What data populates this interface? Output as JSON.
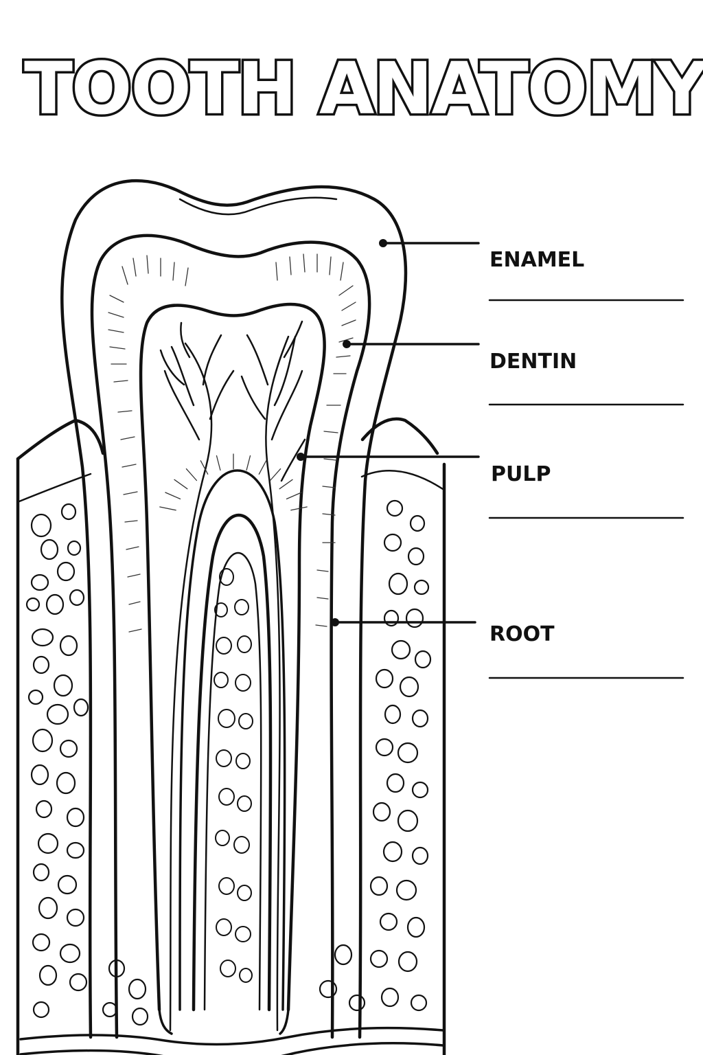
{
  "title": "TOOTH ANATOMY",
  "labels": [
    {
      "id": "enamel",
      "text": "ENAMEL"
    },
    {
      "id": "dentin",
      "text": "DENTIN"
    },
    {
      "id": "pulp",
      "text": "PULP"
    },
    {
      "id": "root",
      "text": "ROOT"
    }
  ],
  "colors": {
    "ink": "#111111",
    "background": "#ffffff"
  }
}
